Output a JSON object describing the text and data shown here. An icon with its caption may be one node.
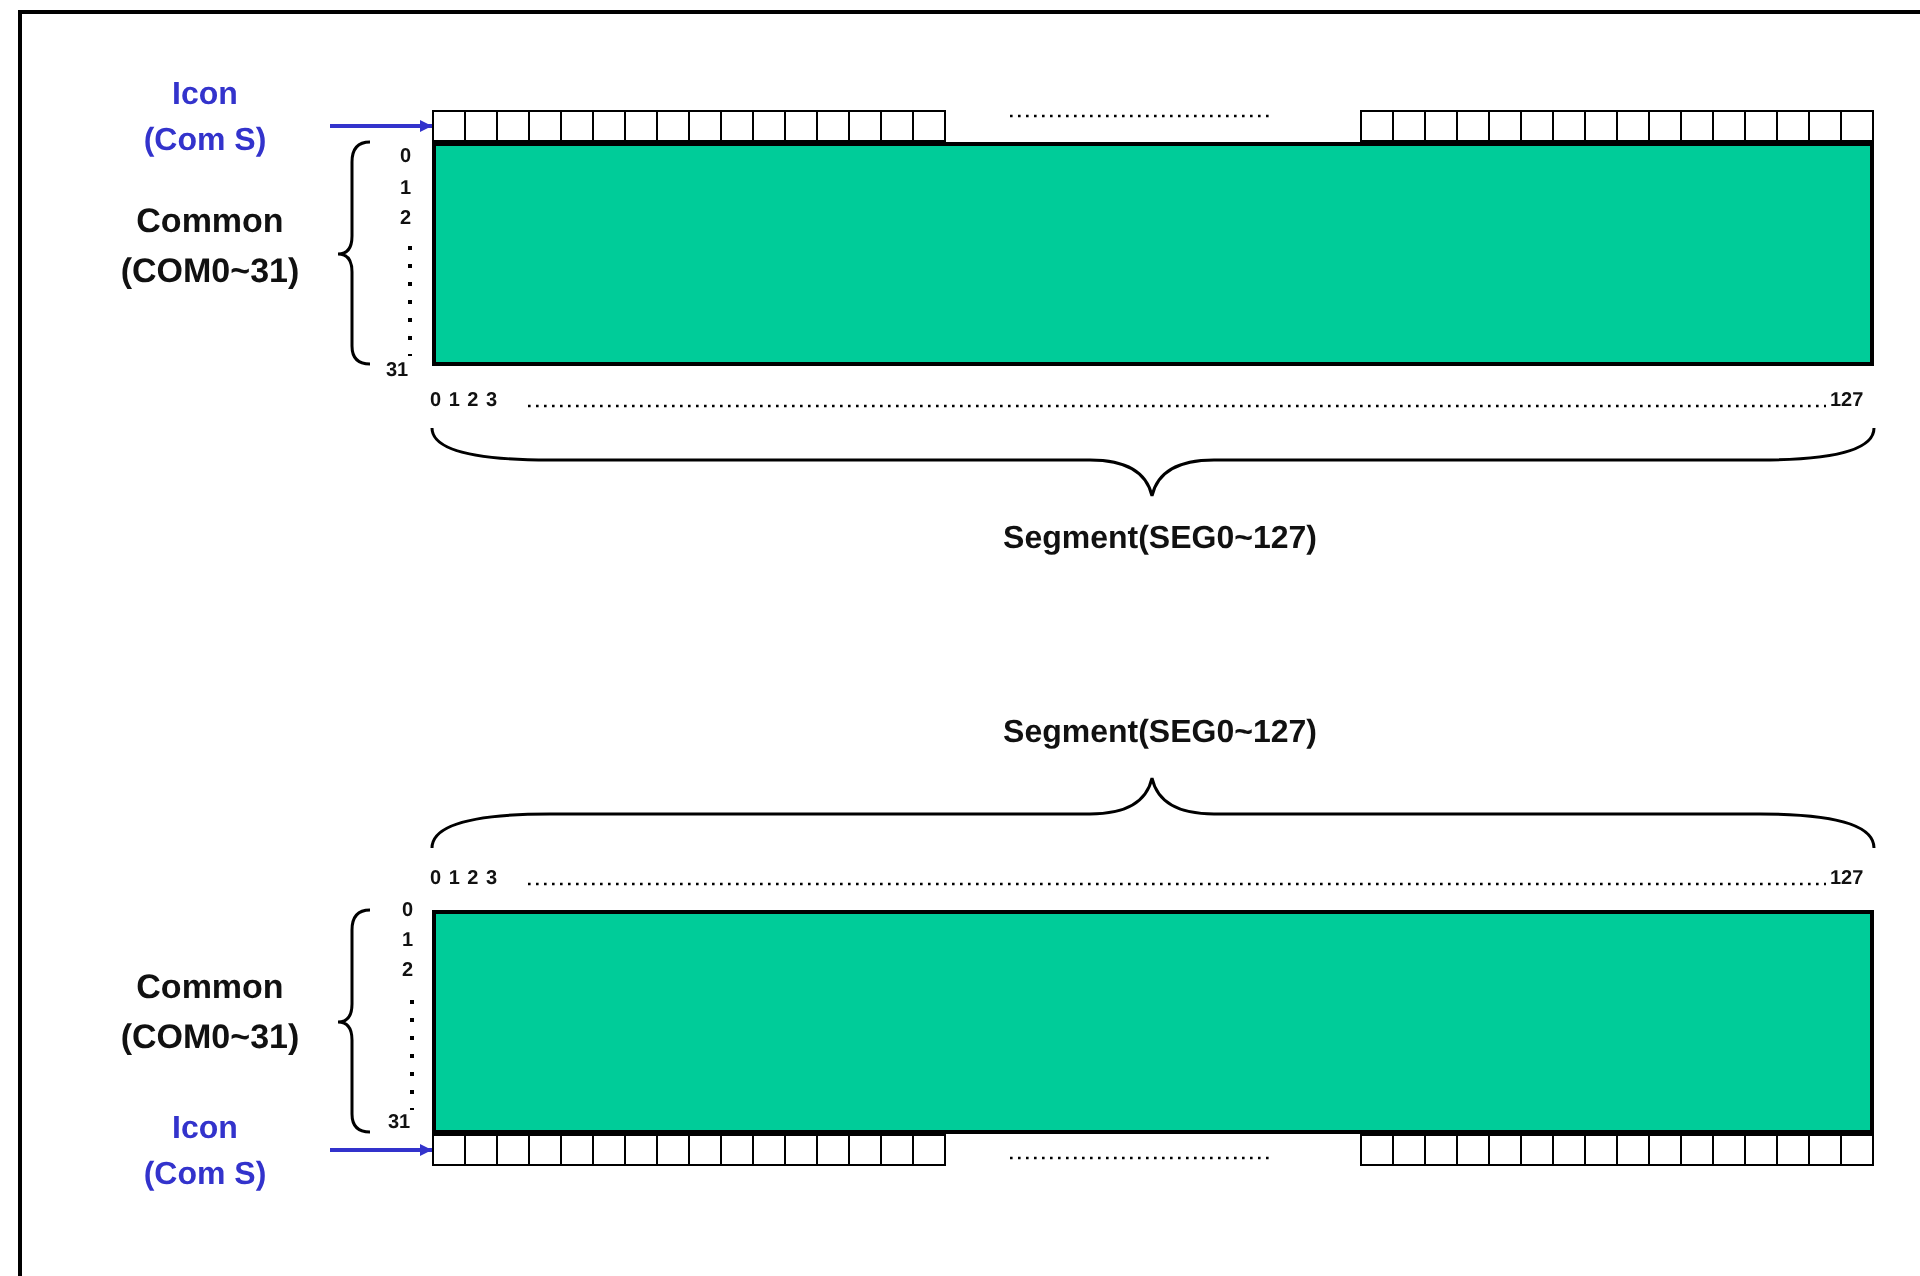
{
  "diagram": {
    "nodes": [
      {
        "text": [
          "Icon (Com S)"
        ]
      },
      {
        "text": [],
        "shape": "bar"
      },
      {
        "text": [],
        "shape": "box"
      },
      {
        "text": [],
        "shape": "box"
      },
      {
        "text": [
          "Icon (Com S)"
        ]
      },
      {
        "text": [],
        "shape": "bar"
      }
    ],
    "edges": [
      {
        "from": 0,
        "to": 1,
        "arrow": "to"
      },
      {
        "from": 4,
        "to": 5,
        "arrow": "to"
      }
    ],
    "labels": [
      "Common (COM0~31)",
      "0",
      "1",
      "2",
      "31",
      "0 1 2 3",
      "127",
      "Segment(SEG0~127)",
      "Segment(SEG0~127)",
      "0 1 2 3",
      "127",
      "0",
      "1",
      "2",
      "Common (COM0~31)",
      "31"
    ]
  }
}
